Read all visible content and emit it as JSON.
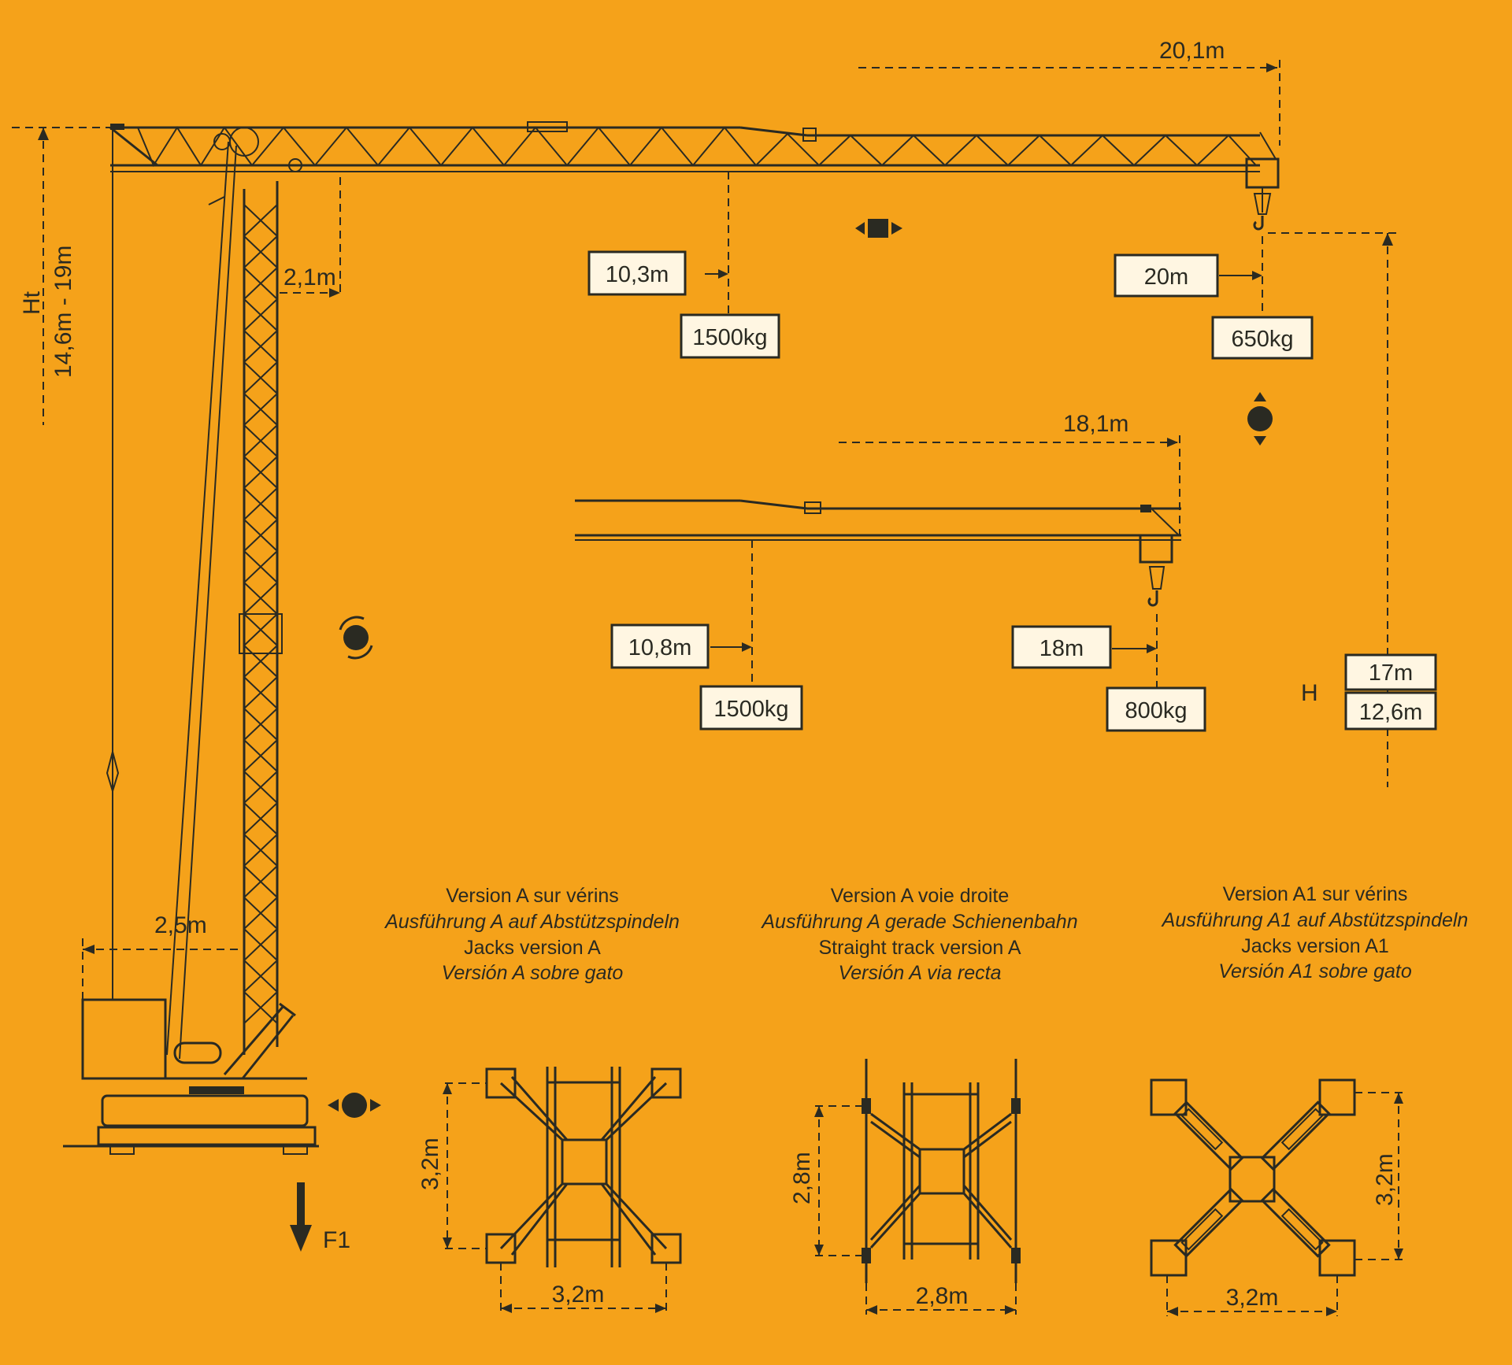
{
  "colors": {
    "background": "#f5a21a",
    "ink": "#2a2a22",
    "label_box": "#fff6e2"
  },
  "crane": {
    "height_label": "Ht",
    "height_range": "14,6m - 19m",
    "jib_length": "20,1m",
    "counter_offset": "2,1m",
    "base_width": "2,5m",
    "force_label": "F1"
  },
  "main_jib_loads": {
    "mid_radius": "10,3m",
    "mid_load": "1500kg",
    "tip_radius": "20m",
    "tip_load": "650kg"
  },
  "short_jib": {
    "jib_length": "18,1m",
    "mid_radius": "10,8m",
    "mid_load": "1500kg",
    "tip_radius": "18m",
    "tip_load": "800kg"
  },
  "hook_height": {
    "label": "H",
    "value_long_jib": "17m",
    "value_short_jib": "12,6m"
  },
  "versions": [
    {
      "fr": "Version A sur vérins",
      "de": "Ausführung A auf Abstützspindeln",
      "en": "Jacks version A",
      "es": "Versión A sobre gato",
      "width": "3,2m",
      "depth": "3,2m"
    },
    {
      "fr": "Version A voie droite",
      "de": "Ausführung A gerade Schienenbahn",
      "en": "Straight track version A",
      "es": "Versión A via recta",
      "width": "2,8m",
      "depth": "2,8m"
    },
    {
      "fr": "Version A1 sur vérins",
      "de": "Ausführung A1 auf Abstützspindeln",
      "en": "Jacks version A1",
      "es": "Versión A1 sobre gato",
      "width": "3,2m",
      "depth": "3,2m"
    }
  ],
  "icons": [
    "trolley-travel-icon",
    "hoist-icon",
    "slewing-icon",
    "crane-travel-icon",
    "force-arrow-icon"
  ]
}
